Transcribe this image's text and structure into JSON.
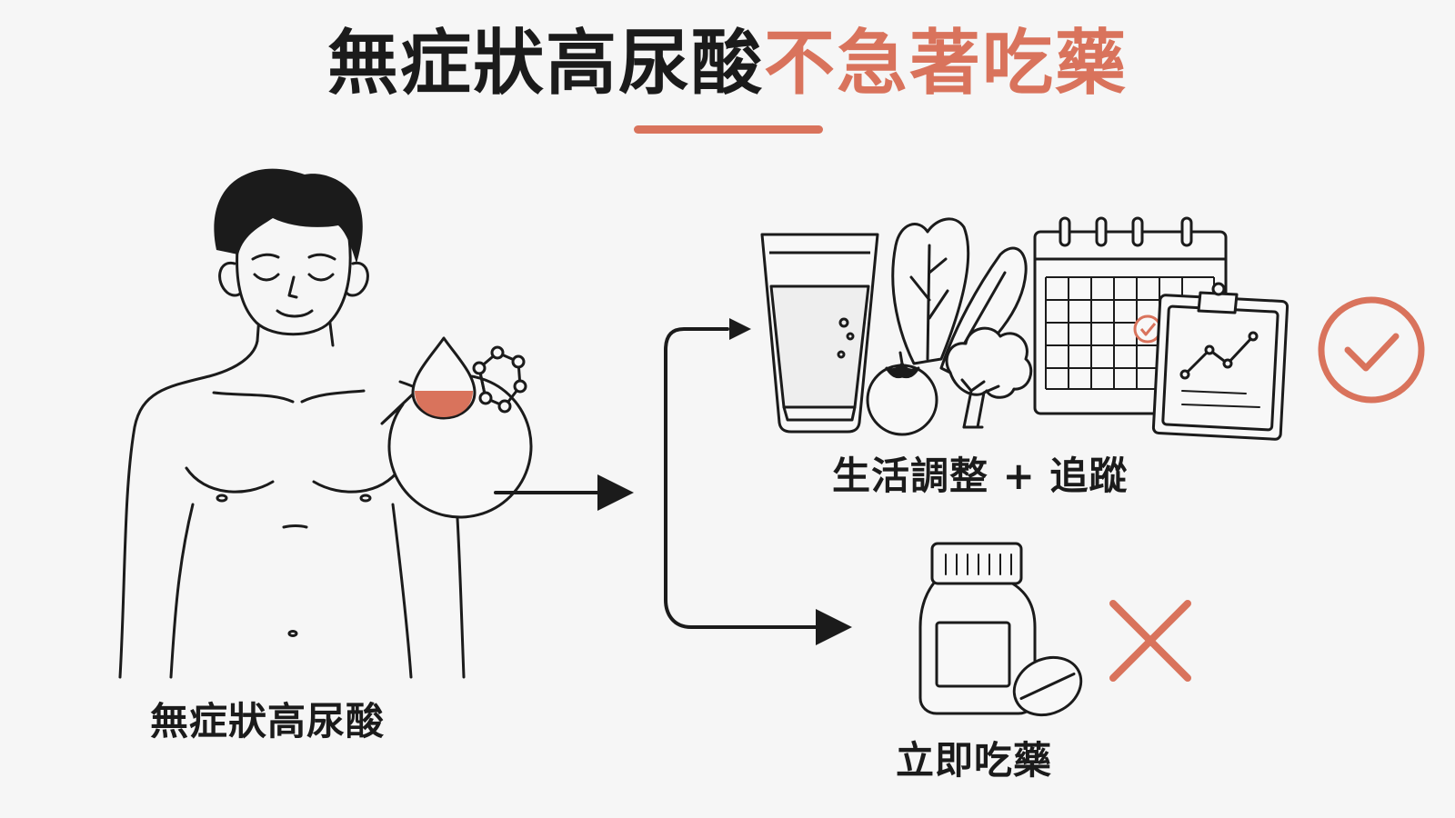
{
  "title": {
    "main": "無症狀高尿酸",
    "accent": "不急著吃藥"
  },
  "labels": {
    "person": "無症狀高尿酸",
    "lifestyle": "生活調整 + 追蹤",
    "medication": "立即吃藥"
  },
  "colors": {
    "accent": "#d9735c",
    "ink": "#1b1b1b",
    "background": "#f6f6f6"
  },
  "icons": {
    "recommended": "check-circle-icon",
    "not_recommended": "cross-icon"
  }
}
